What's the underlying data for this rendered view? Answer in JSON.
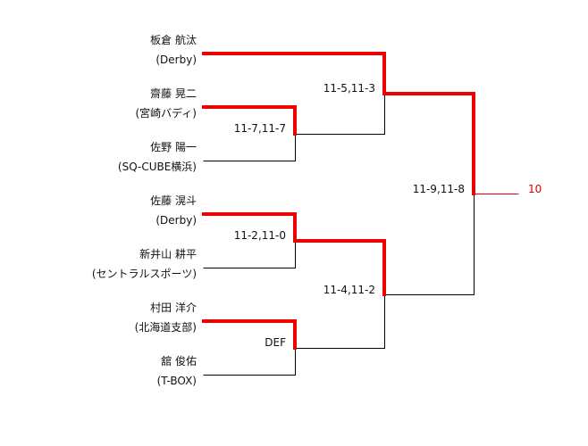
{
  "players": [
    {
      "name": "板倉 航汰",
      "team": "(Derby)"
    },
    {
      "name": "齋藤 晃二",
      "team": "(宮崎バディ)"
    },
    {
      "name": "佐野 陽一",
      "team": "(SQ-CUBE横浜)"
    },
    {
      "name": "佐藤 滉斗",
      "team": "(Derby)"
    },
    {
      "name": "新井山 耕平",
      "team": "(セントラルスポーツ)"
    },
    {
      "name": "村田 洋介",
      "team": "(北海道支部)"
    },
    {
      "name": "舘 俊佑",
      "team": "(T-BOX)"
    }
  ],
  "scores": {
    "r1_m1": "11-7,11-7",
    "r1_m2": "11-2,11-0",
    "r1_m3": "DEF",
    "semi_1": "11-5,11-3",
    "semi_2": "11-4,11-2",
    "final": "11-9,11-8"
  },
  "winner_label": "10",
  "colors": {
    "win": "#ee0000",
    "line": "#000000",
    "champ_text": "#dd0000"
  }
}
